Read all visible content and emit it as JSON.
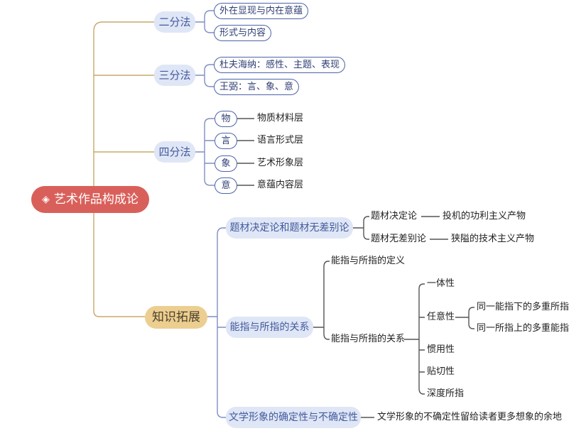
{
  "root": {
    "title": "艺术作品构成论"
  },
  "branches": {
    "erfenfa": {
      "label": "二分法",
      "items": [
        "外在显现与内在意蕴",
        "形式与内容"
      ]
    },
    "sanfenfa": {
      "label": "三分法",
      "items": [
        "杜夫海纳：感性、主题、表现",
        "王弼：言、象、意"
      ]
    },
    "sifenfa": {
      "label": "四分法",
      "items": [
        {
          "key": "物",
          "desc": "物质材料层"
        },
        {
          "key": "言",
          "desc": "语言形式层"
        },
        {
          "key": "象",
          "desc": "艺术形象层"
        },
        {
          "key": "意",
          "desc": "意蕴内容层"
        }
      ]
    },
    "zhishi": {
      "label": "知识拓展",
      "ticai": {
        "label": "题材决定论和题材无差别论",
        "items": [
          {
            "name": "题材决定论",
            "desc": "投机的功利主义产物"
          },
          {
            "name": "题材无差别论",
            "desc": "狭隘的技术主义产物"
          }
        ]
      },
      "nengzhi": {
        "label": "能指与所指的关系",
        "def": "能指与所指的定义",
        "rel": "能指与所指的关系",
        "props": [
          "一体性",
          "任意性",
          "惯用性",
          "贴切性",
          "深度所指"
        ],
        "renyi": [
          "同一能指下的多重所指",
          "同一所指上的多重能指"
        ]
      },
      "wenxue": {
        "label": "文学形象的确定性与不确定性",
        "desc": "文学形象的不确定性留给读者更多想象的余地"
      }
    }
  }
}
